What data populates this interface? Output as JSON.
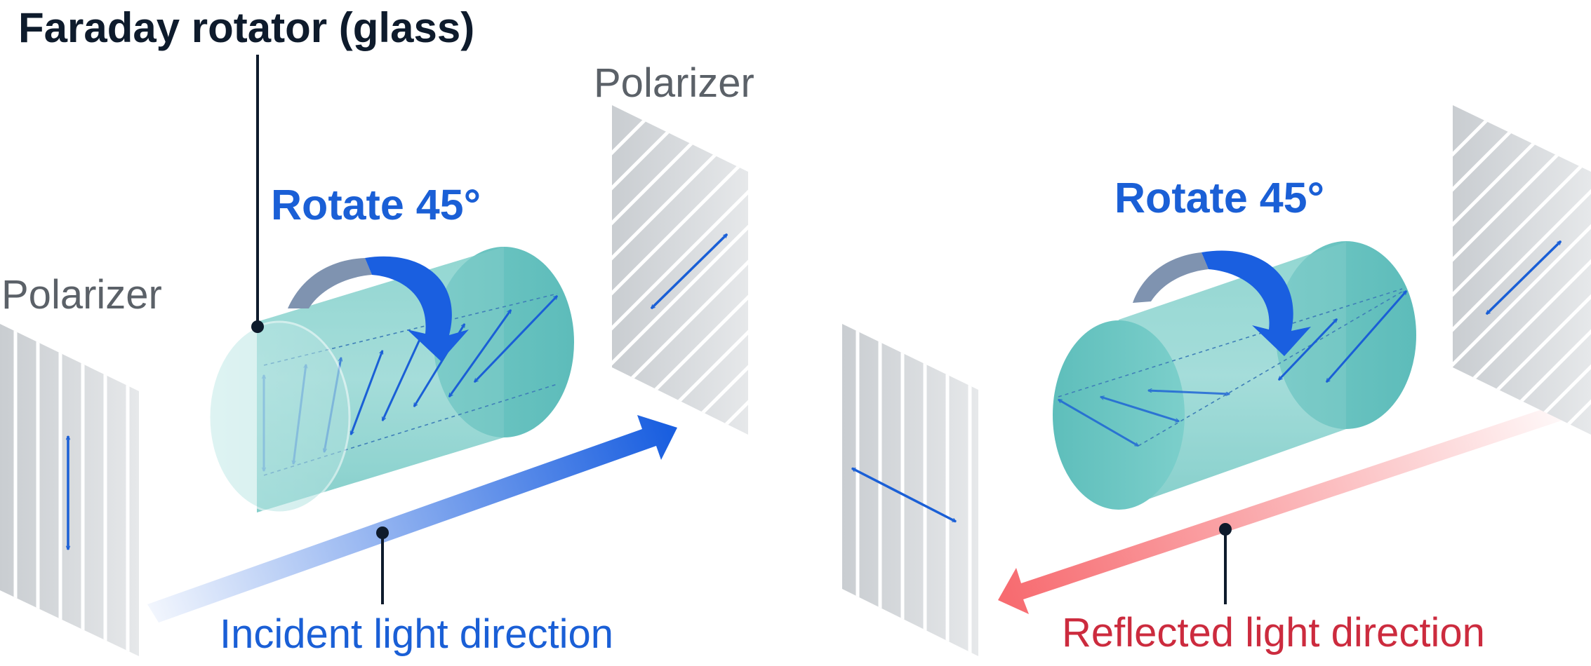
{
  "title": "Faraday rotator (glass)",
  "left": {
    "polarizer_entry": "Polarizer",
    "polarizer_exit": "Polarizer",
    "rotate_label": "Rotate 45°",
    "direction_label": "Incident light direction"
  },
  "right": {
    "rotate_label": "Rotate 45°",
    "direction_label": "Reflected light direction"
  },
  "colors": {
    "incident": "#1a5fd6",
    "reflected": "#cc2b3e",
    "reflected_arrow": "#f76b70",
    "glass": "#7fcfcb",
    "glass_face": "#5fbfbd",
    "polarizer": "#d5d9dc",
    "polarization_arrow": "#1a5fd6",
    "rotation_arrow": "#1a5fe0",
    "rotation_arrow_back": "#7f93b0"
  }
}
